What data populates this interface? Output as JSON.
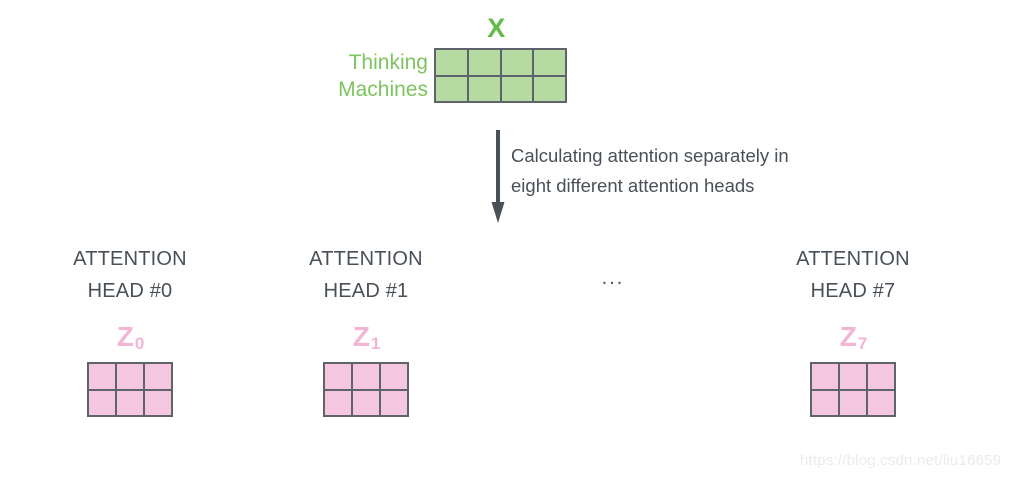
{
  "input": {
    "label": "X",
    "label_color": "#62bb46",
    "tokens": [
      "Thinking",
      "Machines"
    ],
    "token_color": "#7cc45e",
    "matrix": {
      "rows": 2,
      "cols": 4,
      "fill": "#b5dba2",
      "border": "#5f636b"
    }
  },
  "flow": {
    "arrow_icon": "down-arrow-icon",
    "caption_lines": [
      "Calculating attention separately in",
      "eight different attention heads"
    ],
    "caption_color": "#4a5058"
  },
  "heads": [
    {
      "title_lines": [
        "ATTENTION",
        "HEAD #0"
      ],
      "output_label": "Z",
      "output_subscript": "0",
      "matrix": {
        "rows": 2,
        "cols": 3,
        "fill": "#f4c6df",
        "border": "#5f636b"
      }
    },
    {
      "title_lines": [
        "ATTENTION",
        "HEAD #1"
      ],
      "output_label": "Z",
      "output_subscript": "1",
      "matrix": {
        "rows": 2,
        "cols": 3,
        "fill": "#f4c6df",
        "border": "#5f636b"
      }
    },
    {
      "title_lines": [
        "ATTENTION",
        "HEAD #7"
      ],
      "output_label": "Z",
      "output_subscript": "7",
      "matrix": {
        "rows": 2,
        "cols": 3,
        "fill": "#f4c6df",
        "border": "#5f636b"
      }
    }
  ],
  "ellipsis": "...",
  "watermark": "https://blog.csdn.net/liu16659",
  "colors": {
    "green_accent": "#62bb46",
    "green_fill": "#b5dba2",
    "pink_accent": "#f2b5d4",
    "pink_fill": "#f4c6df",
    "text_dark": "#4a5058",
    "border_gray": "#5f636b",
    "background": "#ffffff"
  }
}
